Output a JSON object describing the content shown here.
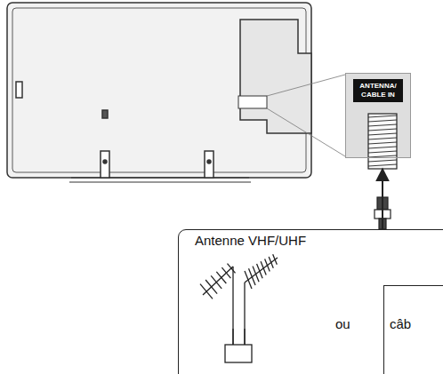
{
  "diagram": {
    "nodes": [
      {
        "text": [
          "ANTENNA/ CABLE IN"
        ]
      },
      {
        "text": [
          "Antenne VHF/UHF"
        ]
      },
      {
        "text": [
          "câb"
        ],
        "in": 1
      }
    ],
    "edges": [
      {
        "from": 1,
        "to": 0,
        "arrow": "to"
      }
    ],
    "labels": [
      "ou"
    ]
  }
}
